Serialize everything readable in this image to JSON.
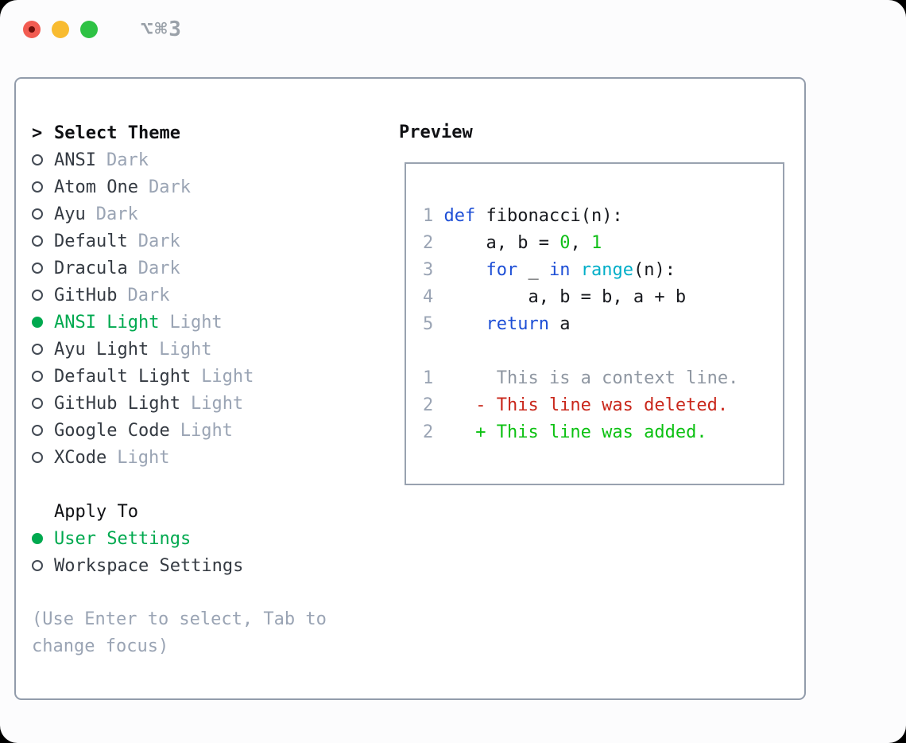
{
  "window": {
    "controls": [
      {
        "name": "close",
        "color": "#f25c52",
        "has_dot": true
      },
      {
        "name": "minimize",
        "color": "#f8bb30",
        "has_dot": false
      },
      {
        "name": "zoom",
        "color": "#2ec244",
        "has_dot": false
      }
    ],
    "shortcut": "⌥⌘3"
  },
  "theme_panel": {
    "marker": ">",
    "title": "Select Theme",
    "items": [
      {
        "name": "ANSI",
        "variant": "Dark",
        "selected": false
      },
      {
        "name": "Atom One",
        "variant": "Dark",
        "selected": false
      },
      {
        "name": "Ayu",
        "variant": "Dark",
        "selected": false
      },
      {
        "name": "Default",
        "variant": "Dark",
        "selected": false
      },
      {
        "name": "Dracula",
        "variant": "Dark",
        "selected": false
      },
      {
        "name": "GitHub",
        "variant": "Dark",
        "selected": false
      },
      {
        "name": "ANSI Light",
        "variant": "Light",
        "selected": true
      },
      {
        "name": "Ayu Light",
        "variant": "Light",
        "selected": false
      },
      {
        "name": "Default Light",
        "variant": "Light",
        "selected": false
      },
      {
        "name": "GitHub Light",
        "variant": "Light",
        "selected": false
      },
      {
        "name": "Google Code",
        "variant": "Light",
        "selected": false
      },
      {
        "name": "XCode",
        "variant": "Light",
        "selected": false
      }
    ],
    "apply_to": {
      "title": "Apply To",
      "options": [
        {
          "label": "User Settings",
          "selected": true
        },
        {
          "label": "Workspace Settings",
          "selected": false
        }
      ]
    },
    "hint": "(Use Enter to select, Tab to change focus)"
  },
  "preview": {
    "title": "Preview",
    "code_lines": [
      {
        "no": "1",
        "segments": [
          {
            "text": "def",
            "style": "keyword"
          },
          {
            "text": " fibonacci(n):",
            "style": "plain"
          }
        ]
      },
      {
        "no": "2",
        "segments": [
          {
            "text": "    a, b = ",
            "style": "plain"
          },
          {
            "text": "0",
            "style": "number"
          },
          {
            "text": ", ",
            "style": "plain"
          },
          {
            "text": "1",
            "style": "number"
          }
        ]
      },
      {
        "no": "3",
        "segments": [
          {
            "text": "    ",
            "style": "plain"
          },
          {
            "text": "for",
            "style": "keyword"
          },
          {
            "text": " _ ",
            "style": "plain"
          },
          {
            "text": "in",
            "style": "keyword"
          },
          {
            "text": " ",
            "style": "plain"
          },
          {
            "text": "range",
            "style": "builtin"
          },
          {
            "text": "(n):",
            "style": "plain"
          }
        ]
      },
      {
        "no": "4",
        "segments": [
          {
            "text": "        a, b = b, a + b",
            "style": "plain"
          }
        ]
      },
      {
        "no": "5",
        "segments": [
          {
            "text": "    ",
            "style": "plain"
          },
          {
            "text": "return",
            "style": "keyword"
          },
          {
            "text": " a",
            "style": "plain"
          }
        ]
      }
    ],
    "diff_lines": [
      {
        "no": "1",
        "marker": " ",
        "text": "This is a context line.",
        "kind": "context"
      },
      {
        "no": "2",
        "marker": "-",
        "text": "This line was deleted.",
        "kind": "deleted"
      },
      {
        "no": "2",
        "marker": "+",
        "text": "This line was added.",
        "kind": "added"
      }
    ]
  },
  "colors": {
    "ui_selected_green": "#00a94f",
    "keyword_blue": "#1e4fd6",
    "builtin_cyan": "#00aec8",
    "number_green": "#10bf18",
    "added_green": "#0cc112",
    "deleted_red": "#c9271b",
    "context_gray": "#8f97a2",
    "muted_gray": "#9aa4b4",
    "border_gray": "#929cab",
    "text_dark": "#343a42",
    "heading_black": "#101114"
  }
}
